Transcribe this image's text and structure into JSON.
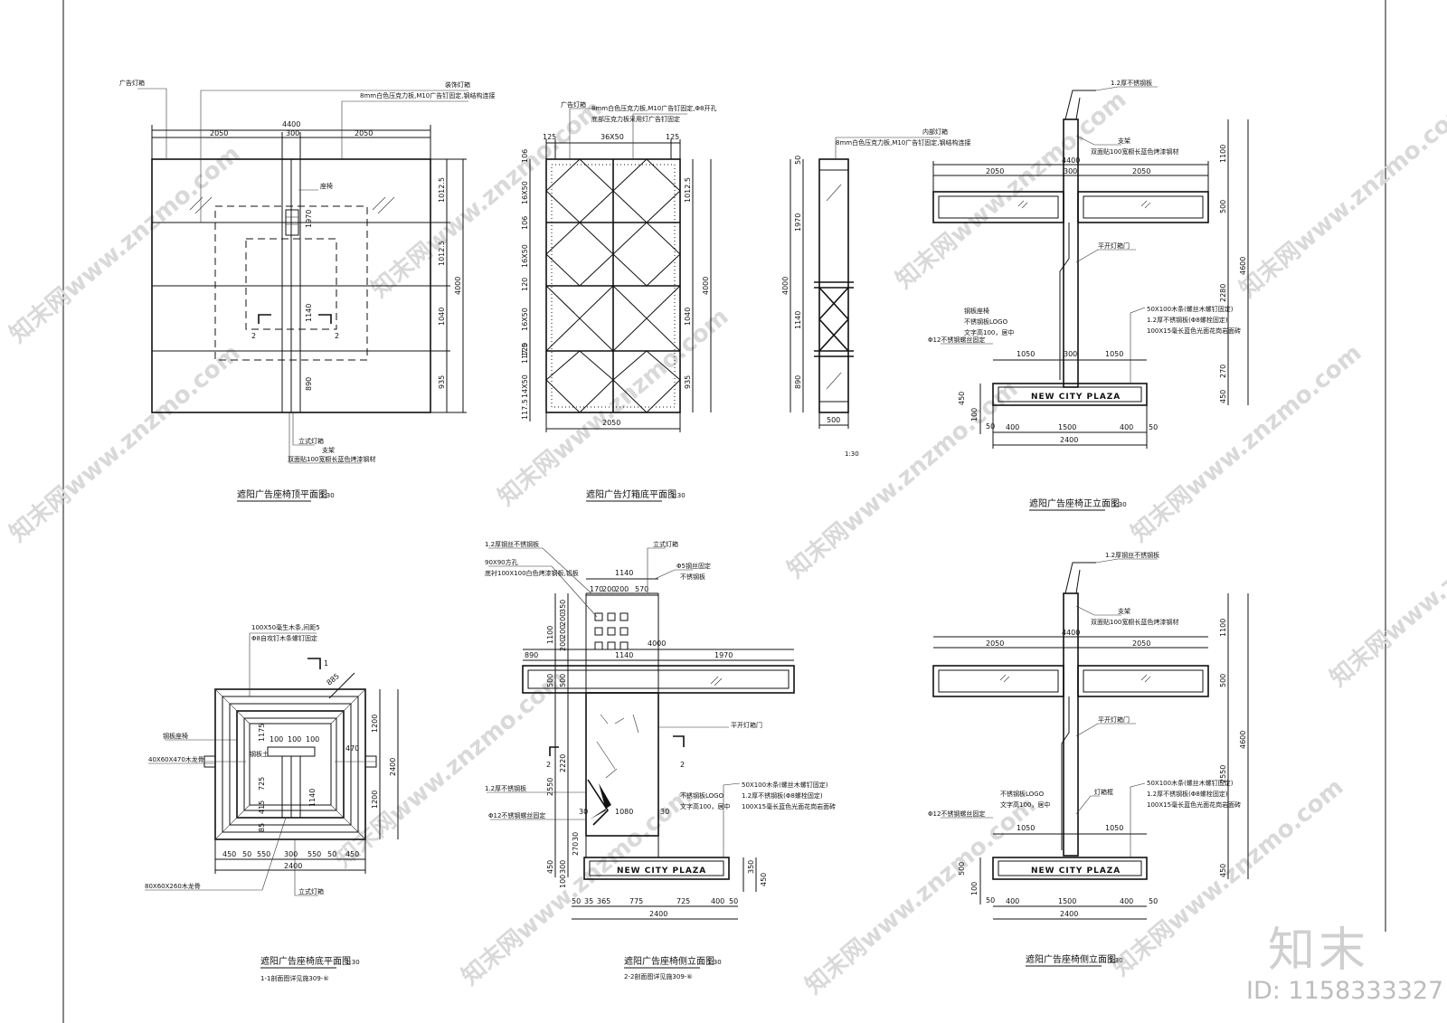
{
  "views": {
    "top_plan": {
      "title": "遮阳广告座椅顶平面图",
      "scale": "1:30",
      "dims_top": [
        "2050",
        "300",
        "2050"
      ],
      "dim_total": "4400",
      "dims_right": [
        "1012.5",
        "1012.5",
        "1040",
        "935"
      ],
      "dim_right_total": "4000",
      "dims_inner": [
        "1970",
        "1140",
        "890"
      ],
      "section_marks": [
        "2",
        "2"
      ],
      "labels": [
        "广告灯箱",
        "装饰灯箱",
        "8mm白色压克力板,M10广告钉固定,钢结构连接",
        "座椅",
        "立式灯箱",
        "双面贴100宽橱长蓝色烤漆钢材",
        "支架"
      ]
    },
    "lightbox_plan": {
      "title": "遮阳广告灯箱底平面图",
      "scale": "1:30",
      "dims_top": [
        "125",
        "36X50",
        "125"
      ],
      "dims_left": [
        "106",
        "16X50",
        "106",
        "16X50",
        "120",
        "16X50",
        "120",
        "117.5",
        "14X50",
        "117.5"
      ],
      "dims_right": [
        "1012.5",
        "4000",
        "1040",
        "935"
      ],
      "dim_bottom": "2050",
      "labels": [
        "广告灯箱",
        "8mm白色压克力板,M10广告钉固定,Φ8开孔",
        "底部压克力板采用灯广告钉固定"
      ]
    },
    "side_section": {
      "scale": "1:30",
      "dims_left": [
        "50",
        "1970",
        "4000",
        "1140",
        "890"
      ],
      "dim_bottom": "500",
      "labels": [
        "内部灯箱",
        "8mm白色压克力板,M10广告钉固定,钢结构连接"
      ]
    },
    "front_elev": {
      "title": "遮阳广告座椅正立面图",
      "scale": "1:30",
      "dims_top": [
        "2050",
        "300",
        "2050"
      ],
      "dim_total": "4400",
      "dims_right": [
        "1100",
        "500",
        "2280",
        "4600",
        "270",
        "450"
      ],
      "dims_bottom": [
        "50",
        "400",
        "1500",
        "400",
        "50"
      ],
      "dim_bottom_total": "2400",
      "dims_seat": [
        "1050",
        "300",
        "1050"
      ],
      "dims_left": [
        "450",
        "100",
        "50"
      ],
      "seat_text": "NEW  CITY  PLAZA",
      "labels": [
        "1.2厚不锈钢板",
        "支架",
        "双面贴100宽橱长蓝色烤漆钢材",
        "平开灯箱门",
        "钢板座椅",
        "不锈钢板LOGO",
        "文字高100，居中",
        "50X100木条(螺丝木螺钉固定)",
        "1.2厚不锈钢板(Φ8螺栓固定)",
        "100X15毫长蓝色光面花岗岩面砖",
        "Φ12不锈钢螺丝固定"
      ]
    },
    "seat_plan": {
      "title": "遮阳广告座椅底平面图",
      "subtitle": "1-1剖面图详见施309-⑥",
      "scale": "1:30",
      "section_mark": "1",
      "dims_bottom": [
        "450",
        "50",
        "550",
        "300",
        "550",
        "50",
        "450"
      ],
      "dim_bottom_total": "2400",
      "dims_right": [
        "1200",
        "2400",
        "1200"
      ],
      "dims_inner": [
        "1175",
        "725",
        "415",
        "85",
        "1140",
        "100",
        "100",
        "100",
        "470",
        "885"
      ],
      "labels": [
        "100X50毫生木条,间距5",
        "Φ8自攻钉木条螺钉固定",
        "钢板座椅",
        "钢板土",
        "40X60X470木龙骨",
        "80X60X260木龙骨",
        "立式灯箱"
      ]
    },
    "side_elev": {
      "title": "遮阳广告座椅侧立面图",
      "subtitle": "2-2剖面图详见施309-⑥",
      "scale": "1:30",
      "dims_top": [
        "1140",
        "170",
        "200",
        "200",
        "570"
      ],
      "dims_left": [
        "350",
        "200",
        "200",
        "200",
        "1100",
        "500",
        "500",
        "2550",
        "2220",
        "450",
        "300",
        "100",
        "270",
        "30"
      ],
      "dims_mid": [
        "4000",
        "890",
        "1140",
        "1970",
        "1080",
        "30",
        "30"
      ],
      "dims_bottom": [
        "50",
        "35",
        "365",
        "775",
        "725",
        "400",
        "50"
      ],
      "dim_bottom_total": "2400",
      "dims_right": [
        "350",
        "450"
      ],
      "seat_text": "NEW  CITY  PLAZA",
      "section_marks": [
        "2",
        "2"
      ],
      "labels": [
        "1.2厚钢丝不锈钢板",
        "90X90方孔",
        "底衬100X100白色烤漆钢板,铝板",
        "立式灯箱",
        "Φ5钢丝固定",
        "不锈钢板",
        "平开灯箱门",
        "1.2厚不锈钢板",
        "Φ12不锈钢螺丝固定",
        "50X100木条(螺丝木螺钉固定)",
        "1.2厚不锈钢板(Φ8螺栓固定)",
        "100X15毫长蓝色光面花岗岩面砖",
        "不锈钢板LOGO",
        "文字高100，居中"
      ]
    },
    "side_elev2": {
      "title": "遮阳广告座椅侧立面图",
      "scale": "1:30",
      "dims_top": [
        "2050",
        "4400",
        "2050"
      ],
      "dims_right": [
        "1100",
        "500",
        "2550",
        "4600",
        "450"
      ],
      "dims_bottom": [
        "50",
        "400",
        "1500",
        "400",
        "50"
      ],
      "dim_bottom_total": "2400",
      "dims_seat": [
        "1050",
        "1050"
      ],
      "dims_left": [
        "500",
        "100",
        "50"
      ],
      "seat_text": "NEW  CITY  PLAZA",
      "labels": [
        "1.2厚钢丝不锈钢板",
        "支架",
        "双面贴100宽橱长蓝色烤漆钢材",
        "平开灯箱门",
        "不锈钢板LOGO",
        "文字高100，居中",
        "灯箱框",
        "Φ12不锈钢螺丝固定",
        "50X100木条(螺丝木螺钉固定)",
        "1.2厚不锈钢板(Φ8螺栓固定)",
        "100X15毫长蓝色光面花岗岩面砖"
      ]
    }
  },
  "watermark": {
    "text": "知末网www.znzmo.com",
    "logo": "知末",
    "id": "ID: 1158333327"
  }
}
